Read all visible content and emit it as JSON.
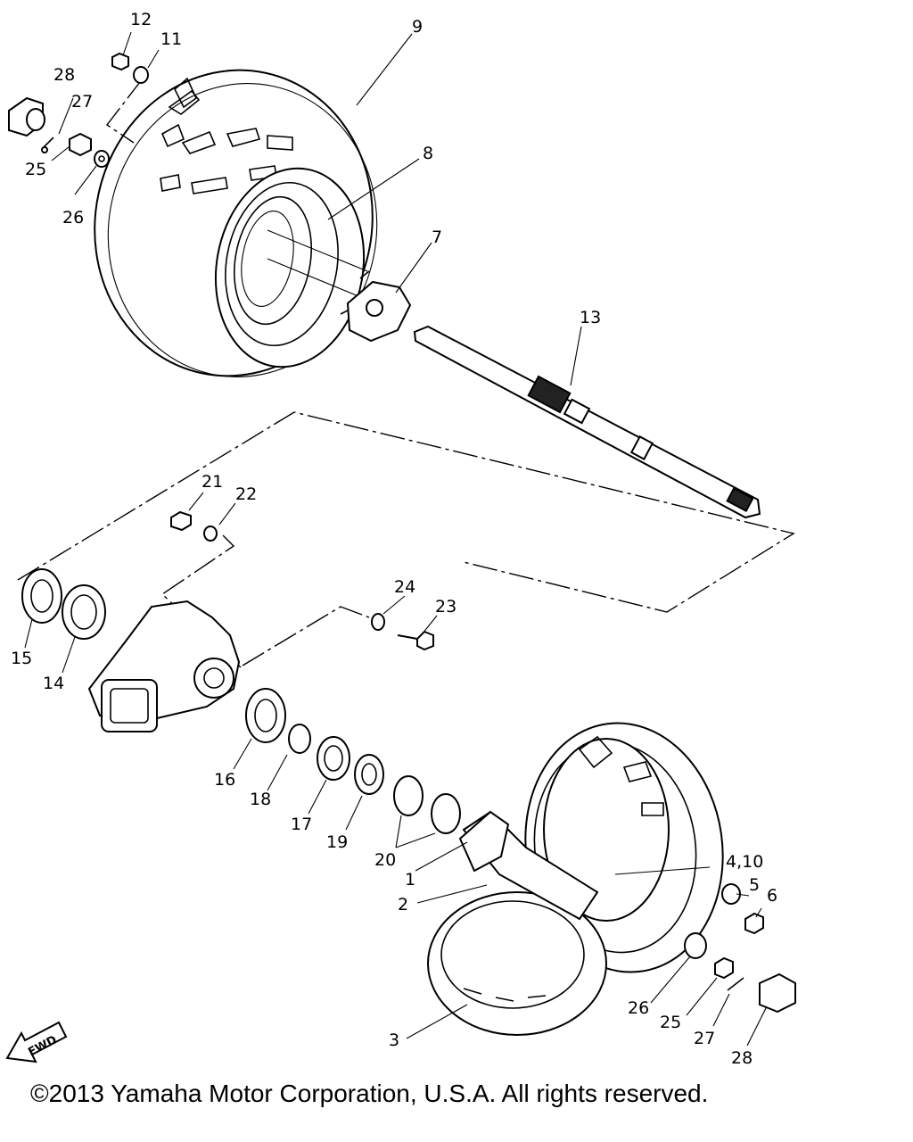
{
  "diagram": {
    "callouts": {
      "c1": "1",
      "c2": "2",
      "c3": "3",
      "c4_10": "4,10",
      "c5": "5",
      "c6": "6",
      "c7": "7",
      "c8": "8",
      "c9": "9",
      "c11": "11",
      "c12": "12",
      "c13": "13",
      "c14": "14",
      "c15": "15",
      "c16": "16",
      "c17": "17",
      "c18": "18",
      "c19": "19",
      "c20": "20",
      "c21": "21",
      "c22": "22",
      "c23": "23",
      "c24": "24",
      "c25_top": "25",
      "c26_top": "26",
      "c27_top": "27",
      "c28_top": "28",
      "c25_bot": "25",
      "c26_bot": "26",
      "c27_bot": "27",
      "c28_bot": "28"
    },
    "fwd_label": "FWD"
  },
  "footer": {
    "copyright": "©2013 Yamaha Motor Corporation, U.S.A. All rights reserved."
  }
}
